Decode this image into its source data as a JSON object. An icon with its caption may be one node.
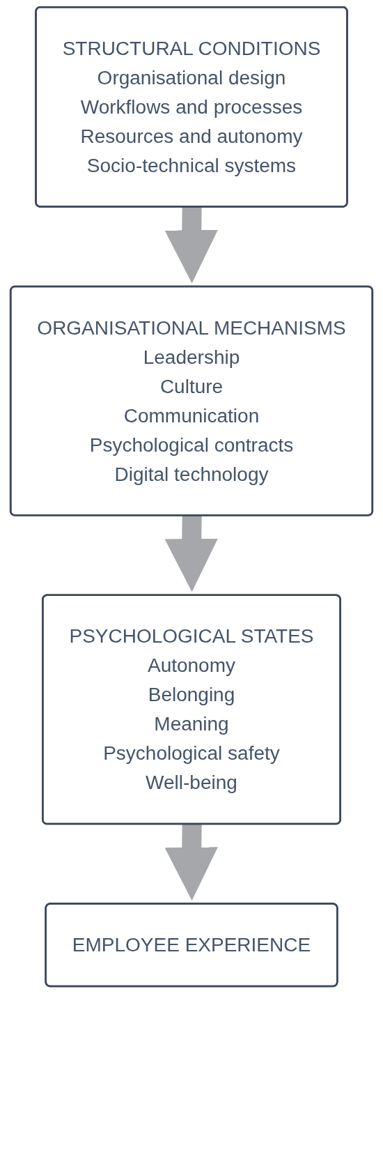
{
  "diagram": {
    "nodes": [
      {
        "text": [
          "STRUCTURAL CONDITIONS",
          "Organisational design",
          "Workflows and processes",
          "Resources and autonomy",
          "Socio-technical systems"
        ]
      },
      {
        "text": [
          "ORGANISATIONAL MECHANISMS",
          "Leadership",
          "Culture",
          "Communication",
          "Psychological contracts",
          "Digital technology"
        ]
      },
      {
        "text": [
          "PSYCHOLOGICAL STATES",
          "Autonomy",
          "Belonging",
          "Meaning",
          "Psychological safety",
          "Well-being"
        ]
      },
      {
        "text": [
          "EMPLOYEE EXPERIENCE"
        ]
      }
    ],
    "edges": [
      {
        "from": 0,
        "to": 1,
        "arrow": "to"
      },
      {
        "from": 1,
        "to": 2,
        "arrow": "to"
      },
      {
        "from": 2,
        "to": 3,
        "arrow": "to"
      }
    ]
  }
}
